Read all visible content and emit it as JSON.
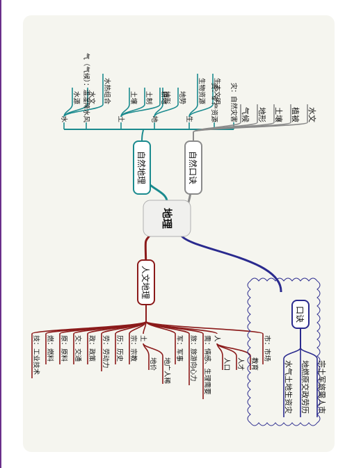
{
  "map": {
    "center": "地理",
    "branches": {
      "natural": {
        "title": "自然地理",
        "color": "#1a8a8e",
        "groups": [
          {
            "label": "水",
            "leaves": [
              "水源",
              "水文",
              "水热组合"
            ]
          },
          {
            "label": "气（气候）：温湿降水风",
            "leaves": []
          },
          {
            "label": "土",
            "leaves": [
              "土壤",
              "土制",
              "耕地"
            ]
          },
          {
            "label": "地",
            "leaves": [
              "地形",
              "地势"
            ]
          },
          {
            "label": "生",
            "leaves": [
              "生物资源",
              "生态文明"
            ]
          },
          {
            "label": "资：矿产资源",
            "leaves": []
          },
          {
            "label": "灾：自然灾害",
            "leaves": []
          }
        ]
      },
      "mnemonic_natural": {
        "title": "自然口诀",
        "color": "#8a8a8a",
        "leaves": [
          "气候",
          "地形",
          "土壤",
          "植被",
          "水文"
        ]
      },
      "human": {
        "title": "人文地理",
        "color": "#8b1a1a",
        "items": [
          "技：工业技术",
          "燃：燃料",
          "原：原料",
          "交：交通",
          "政：政策",
          "劳：劳动力",
          "历：历史",
          "宗：宗教"
        ],
        "tu": {
          "label": "土",
          "leaves": [
            "地价",
            "地广人稀"
          ]
        },
        "more_items": [
          "军：军事",
          "旅：旅游向心力",
          "需：情感、生理需要"
        ],
        "ren": {
          "label": "人",
          "leaves": [
            "人口",
            "人才",
            "教育"
          ]
        },
        "last_item": "市：市场"
      },
      "mnemonic": {
        "title": "口诀",
        "color": "#2a2a8e",
        "lines": [
          "水气土地生资灾",
          "地燃原交政劳历",
          "宗土军旅需人市"
        ]
      }
    }
  }
}
